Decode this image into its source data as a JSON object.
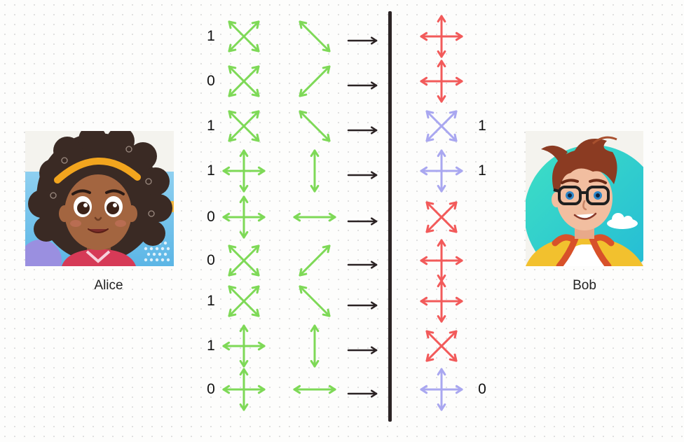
{
  "people": {
    "alice": {
      "name": "Alice"
    },
    "bob": {
      "name": "Bob"
    }
  },
  "colors": {
    "alice_basis": "#7ed957",
    "bob_mismatch": "#f25a5a",
    "bob_match": "#a9a7f0",
    "arrow": "#2b2324",
    "divider": "#2b2324"
  },
  "rows": [
    {
      "alice_bit": "1",
      "alice_basis": "diagonal",
      "photon": "diag-back",
      "bob_basis": "rectilinear",
      "bob_match": false,
      "bob_bit": ""
    },
    {
      "alice_bit": "0",
      "alice_basis": "diagonal",
      "photon": "diag-fwd",
      "bob_basis": "rectilinear",
      "bob_match": false,
      "bob_bit": ""
    },
    {
      "alice_bit": "1",
      "alice_basis": "diagonal",
      "photon": "diag-back",
      "bob_basis": "diagonal",
      "bob_match": true,
      "bob_bit": "1"
    },
    {
      "alice_bit": "1",
      "alice_basis": "rectilinear",
      "photon": "vertical",
      "bob_basis": "rectilinear",
      "bob_match": true,
      "bob_bit": "1"
    },
    {
      "alice_bit": "0",
      "alice_basis": "rectilinear",
      "photon": "horizontal",
      "bob_basis": "diagonal",
      "bob_match": false,
      "bob_bit": ""
    },
    {
      "alice_bit": "0",
      "alice_basis": "diagonal",
      "photon": "diag-fwd",
      "bob_basis": "rectilinear",
      "bob_match": false,
      "bob_bit": ""
    },
    {
      "alice_bit": "1",
      "alice_basis": "diagonal",
      "photon": "diag-back",
      "bob_basis": "rectilinear",
      "bob_match": false,
      "bob_bit": ""
    },
    {
      "alice_bit": "1",
      "alice_basis": "rectilinear",
      "photon": "vertical",
      "bob_basis": "diagonal",
      "bob_match": false,
      "bob_bit": ""
    },
    {
      "alice_bit": "0",
      "alice_basis": "rectilinear",
      "photon": "horizontal",
      "bob_basis": "rectilinear",
      "bob_match": true,
      "bob_bit": "0"
    }
  ]
}
